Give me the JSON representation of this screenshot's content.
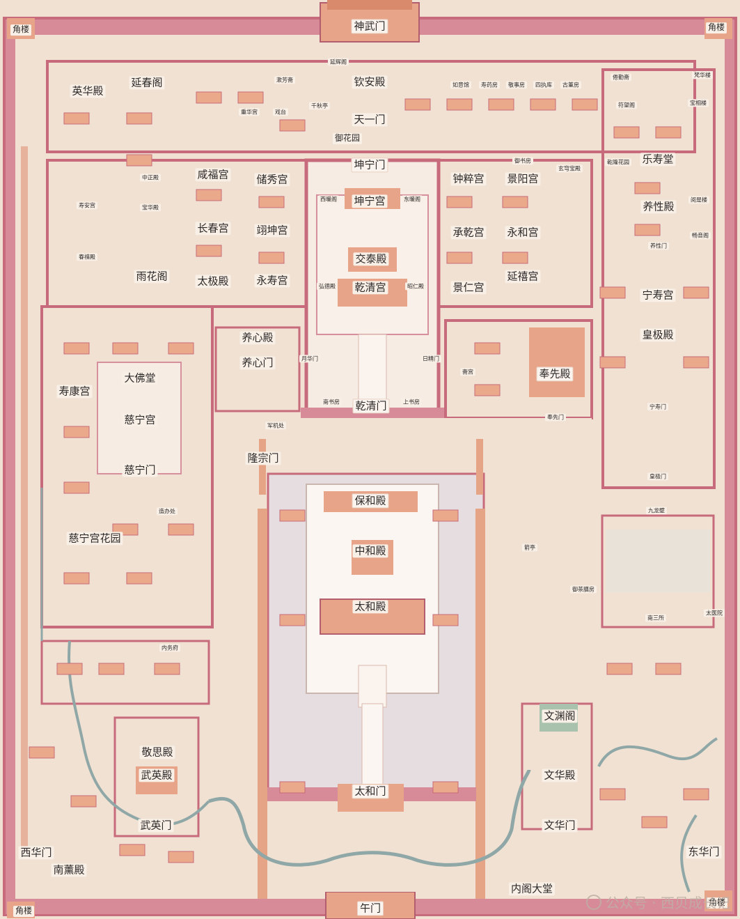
{
  "labels": {
    "jiaolou_nw": "角楼",
    "jiaolou_ne": "角楼",
    "jiaolou_sw": "角楼",
    "jiaolou_se": "角楼",
    "shenwumen": "神武门",
    "yanhuige": "延辉阁",
    "qinandian": "钦安殿",
    "tianyimen": "天一门",
    "yuhuayuan": "御花园",
    "qianqiuting": "千秋亭",
    "shufangzhai": "漱芳斋",
    "chonghuagong": "重华宫",
    "xitai": "戏台",
    "yingchunge": "延春阁",
    "yinghuadian": "英华殿",
    "ruyiguan": "如意馆",
    "shouyaofang": "寿药房",
    "jingshifang": "敬事房",
    "sizhiku": "四执库",
    "gudongfang": "古董房",
    "juanqinzhai": "倦勤斋",
    "fuwangge": "符望阁",
    "fanhualou": "梵华楼",
    "baoxiangge": "宝相楼",
    "kunningmen": "坤宁门",
    "kunninggong": "坤宁宫",
    "xinuange": "西暖阁",
    "dongnuange": "东暖阁",
    "jiaotaidian": "交泰殿",
    "qianqinggong": "乾清宫",
    "hongdedian": "弘德殿",
    "zhaorendian": "昭仁殿",
    "yuehuamen": "月华门",
    "rijingmen": "日精门",
    "nanshufang": "南书房",
    "shangshufang": "上书房",
    "qianqingmen": "乾清门",
    "junjichu": "军机处",
    "xianfugong": "咸福宫",
    "chuxiugong": "储秀宫",
    "changchungong": "长春宫",
    "yikungong": "翊坤宫",
    "taijidian": "太极殿",
    "yongshougong": "永寿宫",
    "zhongzhengdian": "中正殿",
    "baohuadian": "宝华殿",
    "yuhuage": "雨花阁",
    "shouangong": "寿安宫",
    "chunxidian": "春禧殿",
    "zhongcuigong": "钟粹宫",
    "jingyanggong": "景阳宫",
    "yushufang": "御书房",
    "xuanqiongbaodian": "玄穹宝殿",
    "chengqiangong": "承乾宫",
    "yonghegong": "永和宫",
    "jingrengong": "景仁宫",
    "yanxigong": "延禧宫",
    "zhaigong": "斋宫",
    "fengxiandian": "奉先殿",
    "fengxianmen": "奉先门",
    "qianlonghuayuan": "乾隆花园",
    "leshoutang": "乐寿堂",
    "yangxingdian": "养性殿",
    "yangxingmen": "养性门",
    "yueshilou": "阅是楼",
    "changyinge": "畅音阁",
    "ningshougong": "宁寿宫",
    "huangjidian": "皇极殿",
    "ningshoumen": "宁寿门",
    "huangjimen": "皇极门",
    "jiulongbi": "九龙壁",
    "yangxindian": "养心殿",
    "yangxinmen": "养心门",
    "shoukanggong": "寿康宫",
    "dafotang": "大佛堂",
    "cininggong": "慈宁宫",
    "ciningmen": "慈宁门",
    "longzongmen": "隆宗门",
    "zaobanchu": "造办处",
    "ciningguonghuayuan": "慈宁宫花园",
    "baohedian": "保和殿",
    "zhonghedian": "中和殿",
    "taihedian": "太和殿",
    "jianting": "箭亭",
    "yuchashanfang": "御茶膳房",
    "nansansuo": "南三所",
    "taiyiyuan": "太医院",
    "neiwufu": "内务府",
    "jingsidian": "敬思殿",
    "wuyingdian": "武英殿",
    "wuyingmen": "武英门",
    "wenyuange": "文渊阁",
    "wenhuadian": "文华殿",
    "wenhuamen": "文华门",
    "taihemen": "太和门",
    "xihuamen": "西华门",
    "donghuamen": "东华门",
    "nanxundian": "南薰殿",
    "neigedatang": "内阁大堂",
    "wumen": "午门"
  },
  "watermark": "公众号 · 西贝成长记",
  "colors": {
    "background": "#f1e1d2",
    "wall": "#c76b7c",
    "wall_light": "#e3a6b2",
    "roof": "#e9a98a",
    "roof_dark": "#d98a6c",
    "courtyard": "#f5e9df",
    "water": "#8fa7a6"
  }
}
